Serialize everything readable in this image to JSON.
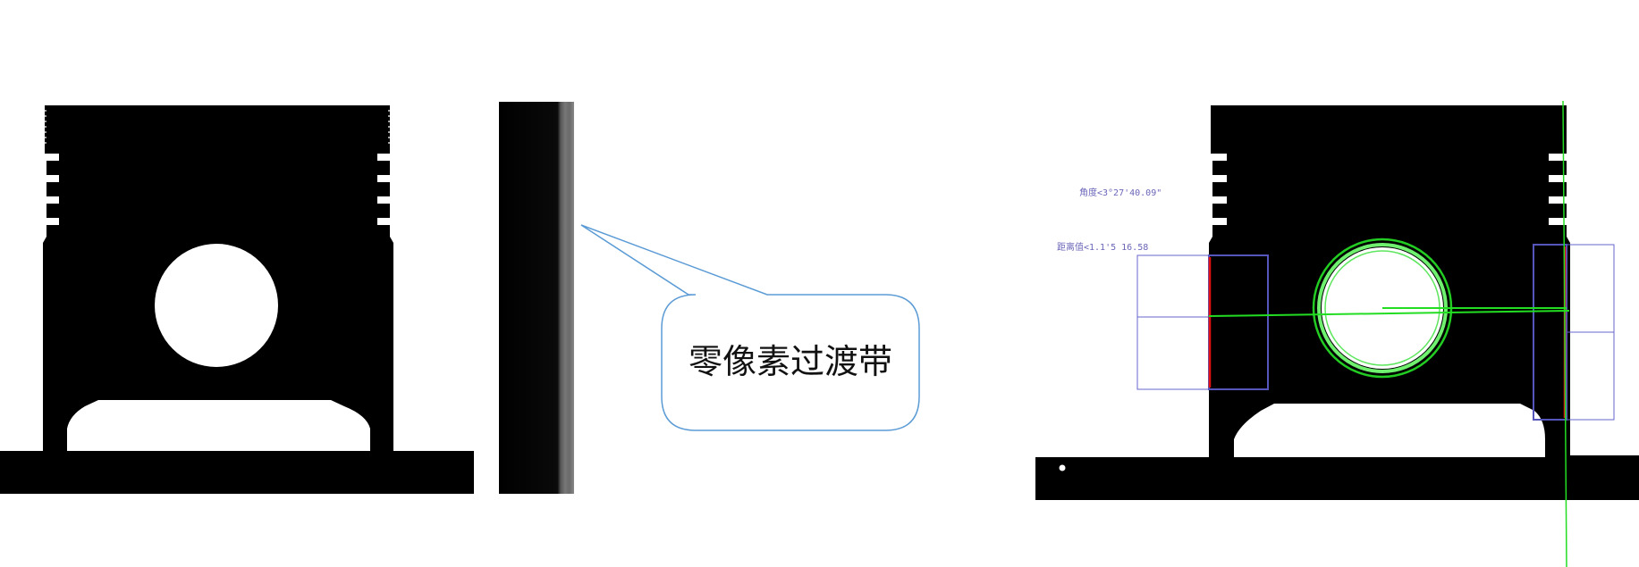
{
  "callout": {
    "text": "零像素过渡带"
  },
  "annotations": {
    "angle_label": "角度<3°27'40.09\"",
    "distance_label": "距离值<1.1'5 16.58"
  },
  "colors": {
    "part": "#000000",
    "transition_band": "#6b6b6b",
    "callout_border": "#5b9bd5",
    "fit_green": "#22dd22",
    "circle_outline": "#6ff06f",
    "roi_box": "#6666cc",
    "edge_red": "#e01010"
  }
}
